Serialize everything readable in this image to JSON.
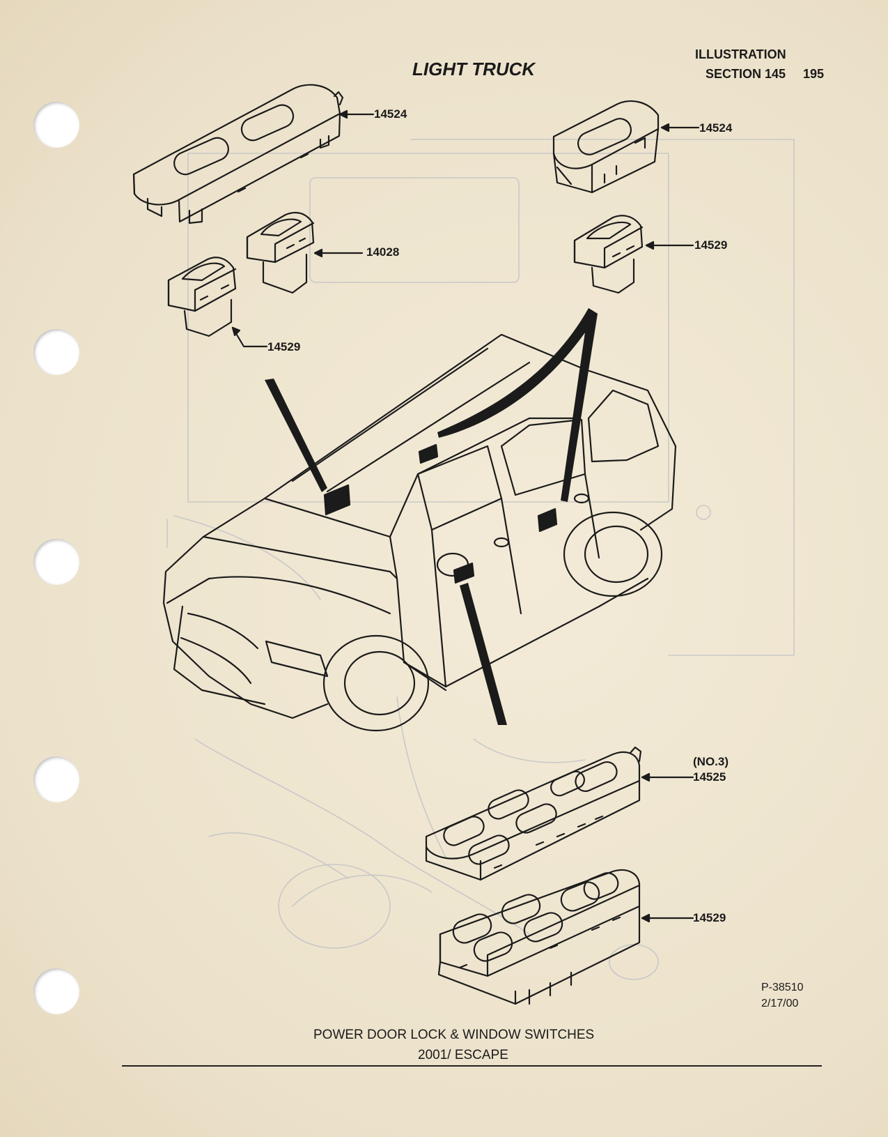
{
  "header": {
    "title": "LIGHT TRUCK",
    "illustration_label": "ILLUSTRATION",
    "section_label": "SECTION 145",
    "page_number": "195"
  },
  "callouts": {
    "bezel_left": "14524",
    "bezel_right": "14524",
    "switch_14028": "14028",
    "switch_left_14529": "14529",
    "switch_right_14529": "14529",
    "bezel_no3_note": "(NO.3)",
    "bezel_no3": "14525",
    "master_switch": "14529"
  },
  "footer": {
    "caption_line1": "POWER DOOR LOCK & WINDOW SWITCHES",
    "caption_line2": "2001/ ESCAPE",
    "drawing_number": "P-38510",
    "drawing_date": "2/17/00"
  }
}
